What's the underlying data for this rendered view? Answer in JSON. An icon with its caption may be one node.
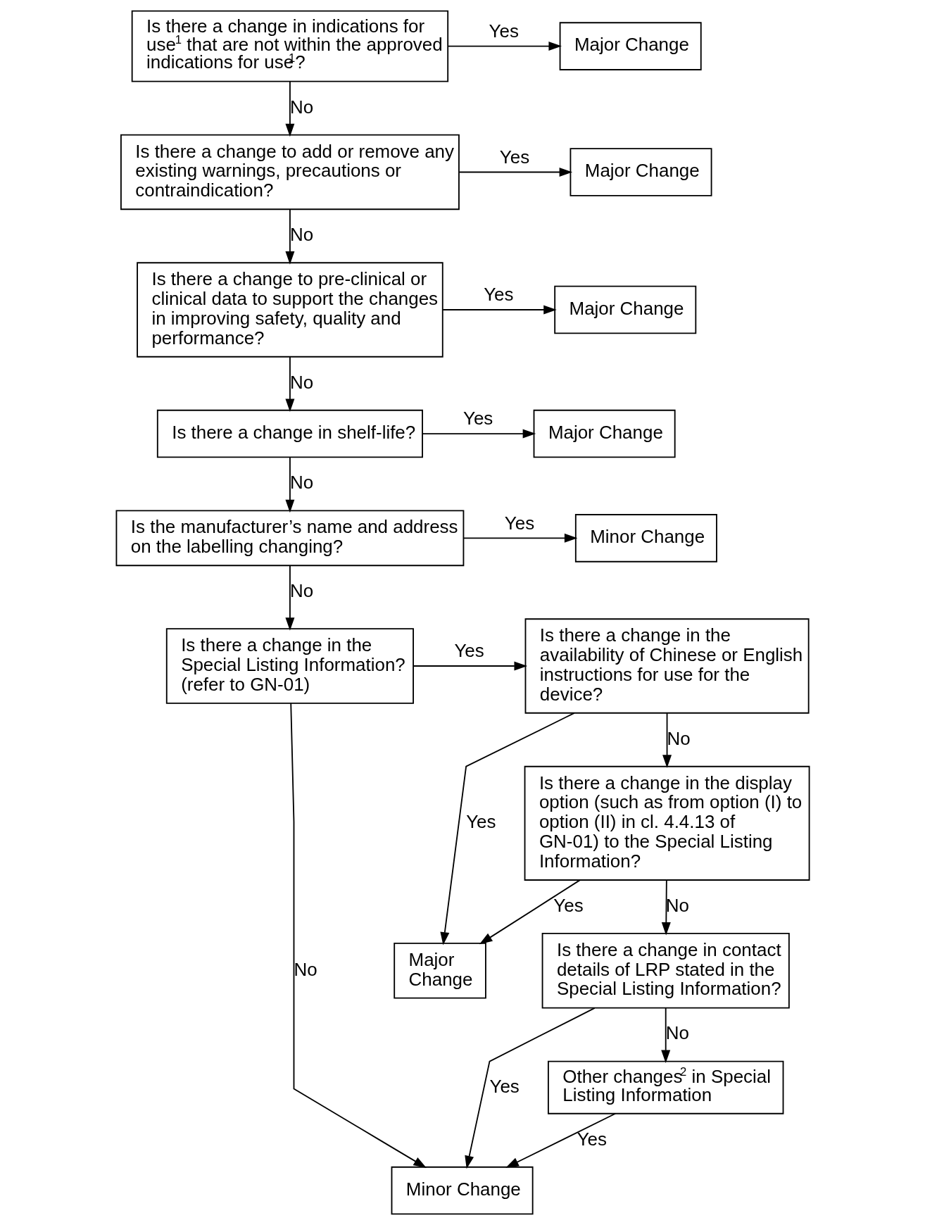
{
  "diagram": {
    "nodes": [
      {
        "text": [
          "Is there a change in indications for use$^{1}$ that are not within the approved indications for use$^{1}$?"
        ]
      },
      {
        "text": [
          "Major Change"
        ]
      },
      {
        "text": [
          "Is there a change to add or remove any existing warnings, precautions or contraindication?"
        ]
      },
      {
        "text": [
          "Major Change"
        ]
      },
      {
        "text": [
          "Is there a change to pre-clinical or clinical data to support the changes in improving safety, quality and performance?"
        ]
      },
      {
        "text": [
          "Major Change"
        ]
      },
      {
        "text": [
          "Is there a change in shelf-life?"
        ]
      },
      {
        "text": [
          "Major Change"
        ]
      },
      {
        "text": [
          "Is the manufacturer’s name and address on the labelling changing?"
        ]
      },
      {
        "text": [
          "Minor Change"
        ]
      },
      {
        "text": [
          "Is there a change in the Special Listing Information? (refer to GN-01)"
        ]
      },
      {
        "text": [
          "Is there a change in the availability of Chinese or English instructions for use for the device?"
        ]
      },
      {
        "text": [
          "Major Change"
        ]
      },
      {
        "text": [
          "Is there a change in the display option (such as from option (I) to option (II) in cl. 4.4.13 of GN-01) to the Special Listing Information?"
        ]
      },
      {
        "text": [
          "Is there a change in contact details of LRP stated in the Special Listing Information?"
        ]
      },
      {
        "text": [
          "Minor Change"
        ]
      },
      {
        "text": [
          "Other changes$^{2}$ in Special Listing Information"
        ]
      }
    ],
    "edges": [
      {
        "from": 0,
        "to": 1,
        "arrow": "to",
        "label": "Yes"
      },
      {
        "from": 0,
        "to": 2,
        "arrow": "to",
        "label": "No"
      },
      {
        "from": 2,
        "to": 3,
        "arrow": "to",
        "label": "Yes"
      },
      {
        "from": 2,
        "to": 4,
        "arrow": "to",
        "label": "No"
      },
      {
        "from": 4,
        "to": 5,
        "arrow": "to",
        "label": "Yes"
      },
      {
        "from": 4,
        "to": 6,
        "arrow": "to",
        "label": "No"
      },
      {
        "from": 6,
        "to": 7,
        "arrow": "to",
        "label": "Yes"
      },
      {
        "from": 6,
        "to": 8,
        "arrow": "to",
        "label": "No"
      },
      {
        "from": 8,
        "to": 9,
        "arrow": "to",
        "label": "Yes"
      },
      {
        "from": 8,
        "to": 10,
        "arrow": "to",
        "label": "No"
      },
      {
        "from": 10,
        "to": 11,
        "arrow": "to",
        "label": "Yes"
      },
      {
        "from": 10,
        "to": 15,
        "arrow": "to",
        "label": "No"
      },
      {
        "from": 11,
        "to": 12,
        "arrow": "to",
        "label": "Yes"
      },
      {
        "from": 11,
        "to": 13,
        "arrow": "to",
        "label": "No"
      },
      {
        "from": 13,
        "to": 12,
        "arrow": "to",
        "label": "Yes"
      },
      {
        "from": 13,
        "to": 14,
        "arrow": "to",
        "label": "No"
      },
      {
        "from": 14,
        "to": 15,
        "arrow": "to",
        "label": "Yes"
      },
      {
        "from": 14,
        "to": 16,
        "arrow": "to",
        "label": "No"
      },
      {
        "from": 16,
        "to": 15,
        "arrow": "to",
        "label": "Yes"
      }
    ]
  }
}
